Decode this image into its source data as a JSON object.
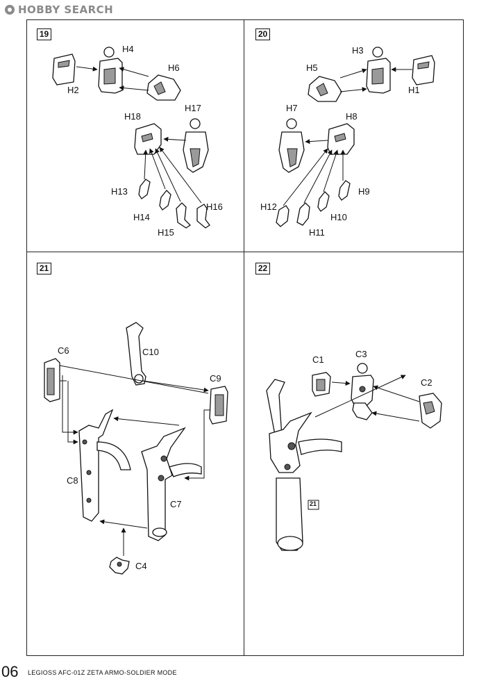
{
  "watermark": {
    "text": "HOBBY SEARCH",
    "icon": "hobbysearch-logo-icon"
  },
  "steps": {
    "s19": {
      "number": "19",
      "parts": [
        "H4",
        "H6",
        "H2",
        "H18",
        "H17",
        "H13",
        "H14",
        "H15",
        "H16"
      ]
    },
    "s20": {
      "number": "20",
      "parts": [
        "H3",
        "H5",
        "H1",
        "H7",
        "H8",
        "H9",
        "H12",
        "H10",
        "H11"
      ]
    },
    "s21": {
      "number": "21",
      "parts": [
        "C6",
        "C10",
        "C9",
        "C8",
        "C7",
        "C4"
      ]
    },
    "s22": {
      "number": "22",
      "parts": [
        "C1",
        "C3",
        "C2"
      ],
      "ref": "21"
    }
  },
  "footer": {
    "page": "06",
    "product": "LEGIOSS AFC-01Z ZETA ARMO-SOLDIER MODE"
  },
  "colors": {
    "line": "#111111",
    "shade": "#9a9a9a",
    "watermark": "#8a8a8a"
  }
}
